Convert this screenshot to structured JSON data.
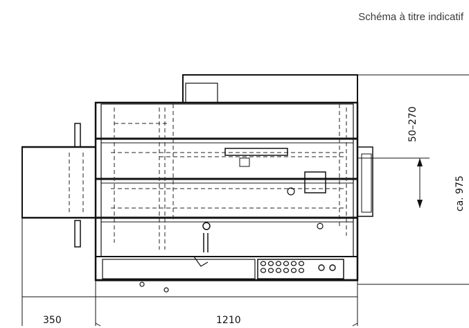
{
  "caption": "Schéma à titre indicatif",
  "dimensions": {
    "chute_length": "350",
    "body_length": "1210",
    "height_range": "50–270",
    "height_total": "ca. 975"
  },
  "control_panel": {
    "button_rows": 2,
    "buttons_per_row": 6,
    "round_indicators": 2
  }
}
